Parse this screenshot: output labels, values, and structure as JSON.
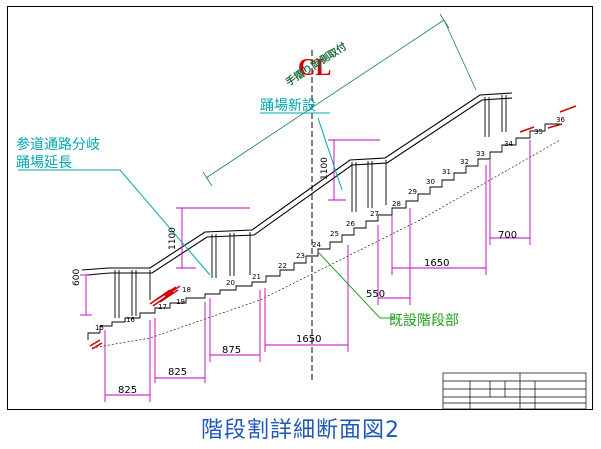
{
  "caption": "階段割詳細断面図2",
  "labels": {
    "centerline_symbol": "CL",
    "handrail_note": "手摺り両側取付",
    "landing_new": "踊場新設",
    "branch_line1": "参道通路分岐",
    "branch_line2": "踊場延長",
    "existing_stairs": "既設階段部"
  },
  "dimensions": {
    "h600": "600",
    "h1100a": "1100",
    "h1100b": "1100",
    "d825a": "825",
    "d825b": "825",
    "d875": "875",
    "d1650a": "1650",
    "d550": "550",
    "d1650b": "1650",
    "d700": "700"
  },
  "step_numbers": [
    "15",
    "16",
    "17",
    "18",
    "19",
    "20",
    "21",
    "22",
    "23",
    "24",
    "25",
    "26",
    "27",
    "28",
    "29",
    "30",
    "31",
    "32",
    "33",
    "34",
    "35",
    "36"
  ],
  "colors": {
    "cyan": "#00a8b0",
    "magenta": "#c000c0",
    "green": "#20a020",
    "red": "#d00000",
    "blue_caption": "#1d57b8"
  }
}
